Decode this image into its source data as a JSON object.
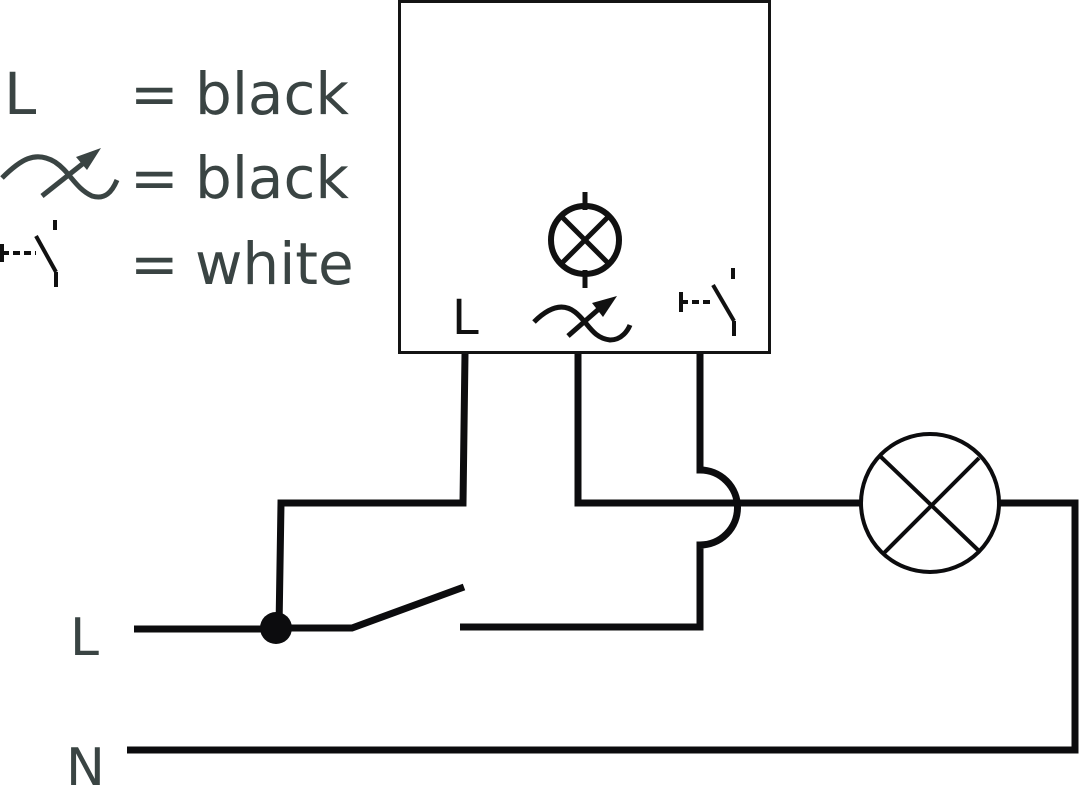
{
  "legend": {
    "items": [
      {
        "symbol": "L",
        "symbol_icon": "phase-letter-L",
        "equals": "=",
        "color_label": "black"
      },
      {
        "symbol_icon": "dimmer-output-icon",
        "equals": "=",
        "color_label": "black"
      },
      {
        "symbol_icon": "pushbutton-input-icon",
        "equals": "=",
        "color_label": "white"
      }
    ]
  },
  "device": {
    "terminals": [
      {
        "label": "L",
        "name": "phase"
      },
      {
        "icon": "dimmer-output-icon",
        "name": "dimmer-output"
      },
      {
        "icon": "pushbutton-input-icon",
        "name": "pushbutton-input"
      }
    ],
    "icon": "lamp-icon"
  },
  "supply": {
    "line_label": "L",
    "neutral_label": "N"
  },
  "colors": {
    "wire": "#0c0c0e",
    "text": "#3a4443",
    "background": "#ffffff"
  }
}
